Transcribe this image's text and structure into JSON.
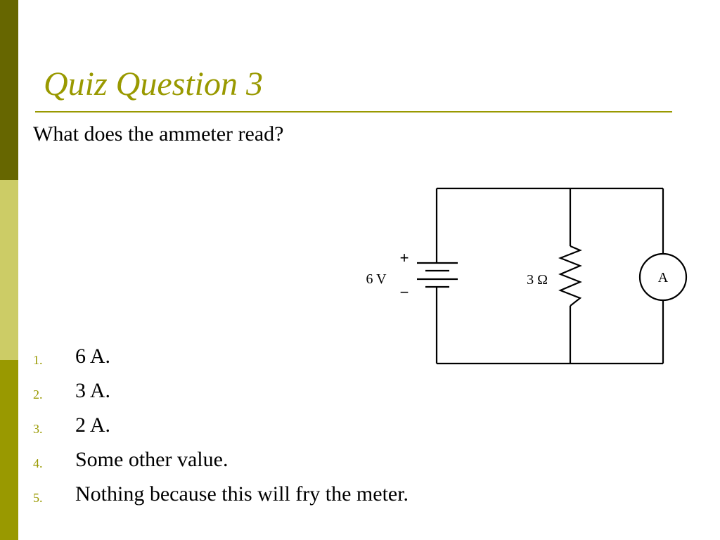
{
  "slide": {
    "title": "Quiz Question 3",
    "question": "What does the ammeter read?",
    "answers": [
      {
        "num": "1.",
        "text": "6 A."
      },
      {
        "num": "2.",
        "text": "3 A."
      },
      {
        "num": "3.",
        "text": "2 A."
      },
      {
        "num": "4.",
        "text": "Some other value."
      },
      {
        "num": "5.",
        "text": "Nothing because this will fry the meter."
      }
    ]
  },
  "circuit": {
    "battery_label": "6 V",
    "plus_sign": "+",
    "minus_sign": "−",
    "resistor_label": "3 Ω",
    "ammeter_label": "A"
  },
  "colors": {
    "accent": "#999900",
    "bar_dark": "#666600",
    "bar_light": "#cccc66",
    "text": "#000000"
  }
}
